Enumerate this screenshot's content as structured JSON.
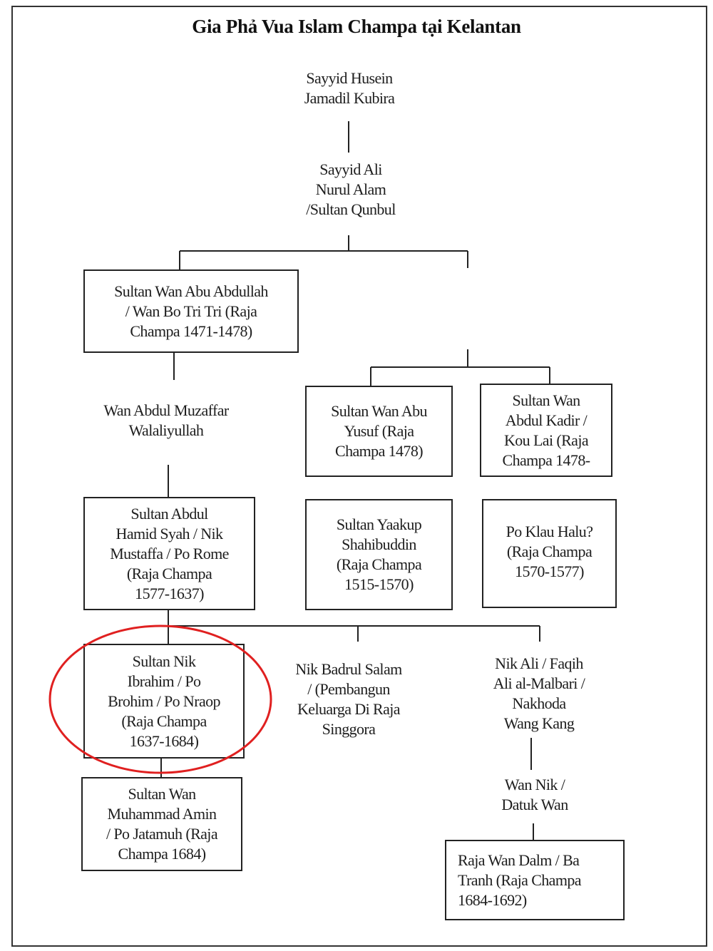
{
  "title": "Gia Phả Vua Islam Champa tại Kelantan",
  "nodes": {
    "sayyid_husein": "Sayyid Husein\nJamadil Kubira",
    "sayyid_ali": "Sayyid Ali\nNurul Alam\n/Sultan Qunbul",
    "wan_abu_abdullah": "Sultan Wan Abu Abdullah\n/ Wan Bo Tri Tri (Raja\nChampa 1471-1478)",
    "wan_abdul_muzaffar": "Wan Abdul Muzaffar\nWalaliyullah",
    "wan_abu_yusuf": "Sultan Wan Abu\nYusuf (Raja\nChampa 1478)",
    "wan_abdul_kadir": "Sultan Wan\nAbdul Kadir /\nKou Lai (Raja\nChampa 1478-",
    "abdul_hamid": "Sultan Abdul\nHamid Syah / Nik\nMustaffa / Po Rome\n(Raja Champa\n1577-1637)",
    "yaakup": "Sultan Yaakup\nShahibuddin\n(Raja Champa\n1515-1570)",
    "po_klau_halu": "Po Klau Halu?\n(Raja Champa\n1570-1577)",
    "nik_ibrahim": "Sultan Nik\nIbrahim / Po\nBrohim / Po Nraop\n(Raja Champa\n1637-1684)",
    "nik_badrul_salam": "Nik Badrul Salam\n/ (Pembangun\nKeluarga Di Raja\nSinggora",
    "nik_ali": "Nik Ali / Faqih\nAli al-Malbari /\nNakhoda\nWang Kang",
    "wan_muhammad_amin": "Sultan Wan\nMuhammad Amin\n/ Po Jatamuh (Raja\nChampa 1684)",
    "wan_nik": "Wan Nik /\nDatuk Wan",
    "raja_wan_dalm": "Raja Wan Dalm / Ba\nTranh  (Raja Champa\n1684-1692)"
  },
  "highlight_color": "#e02020"
}
